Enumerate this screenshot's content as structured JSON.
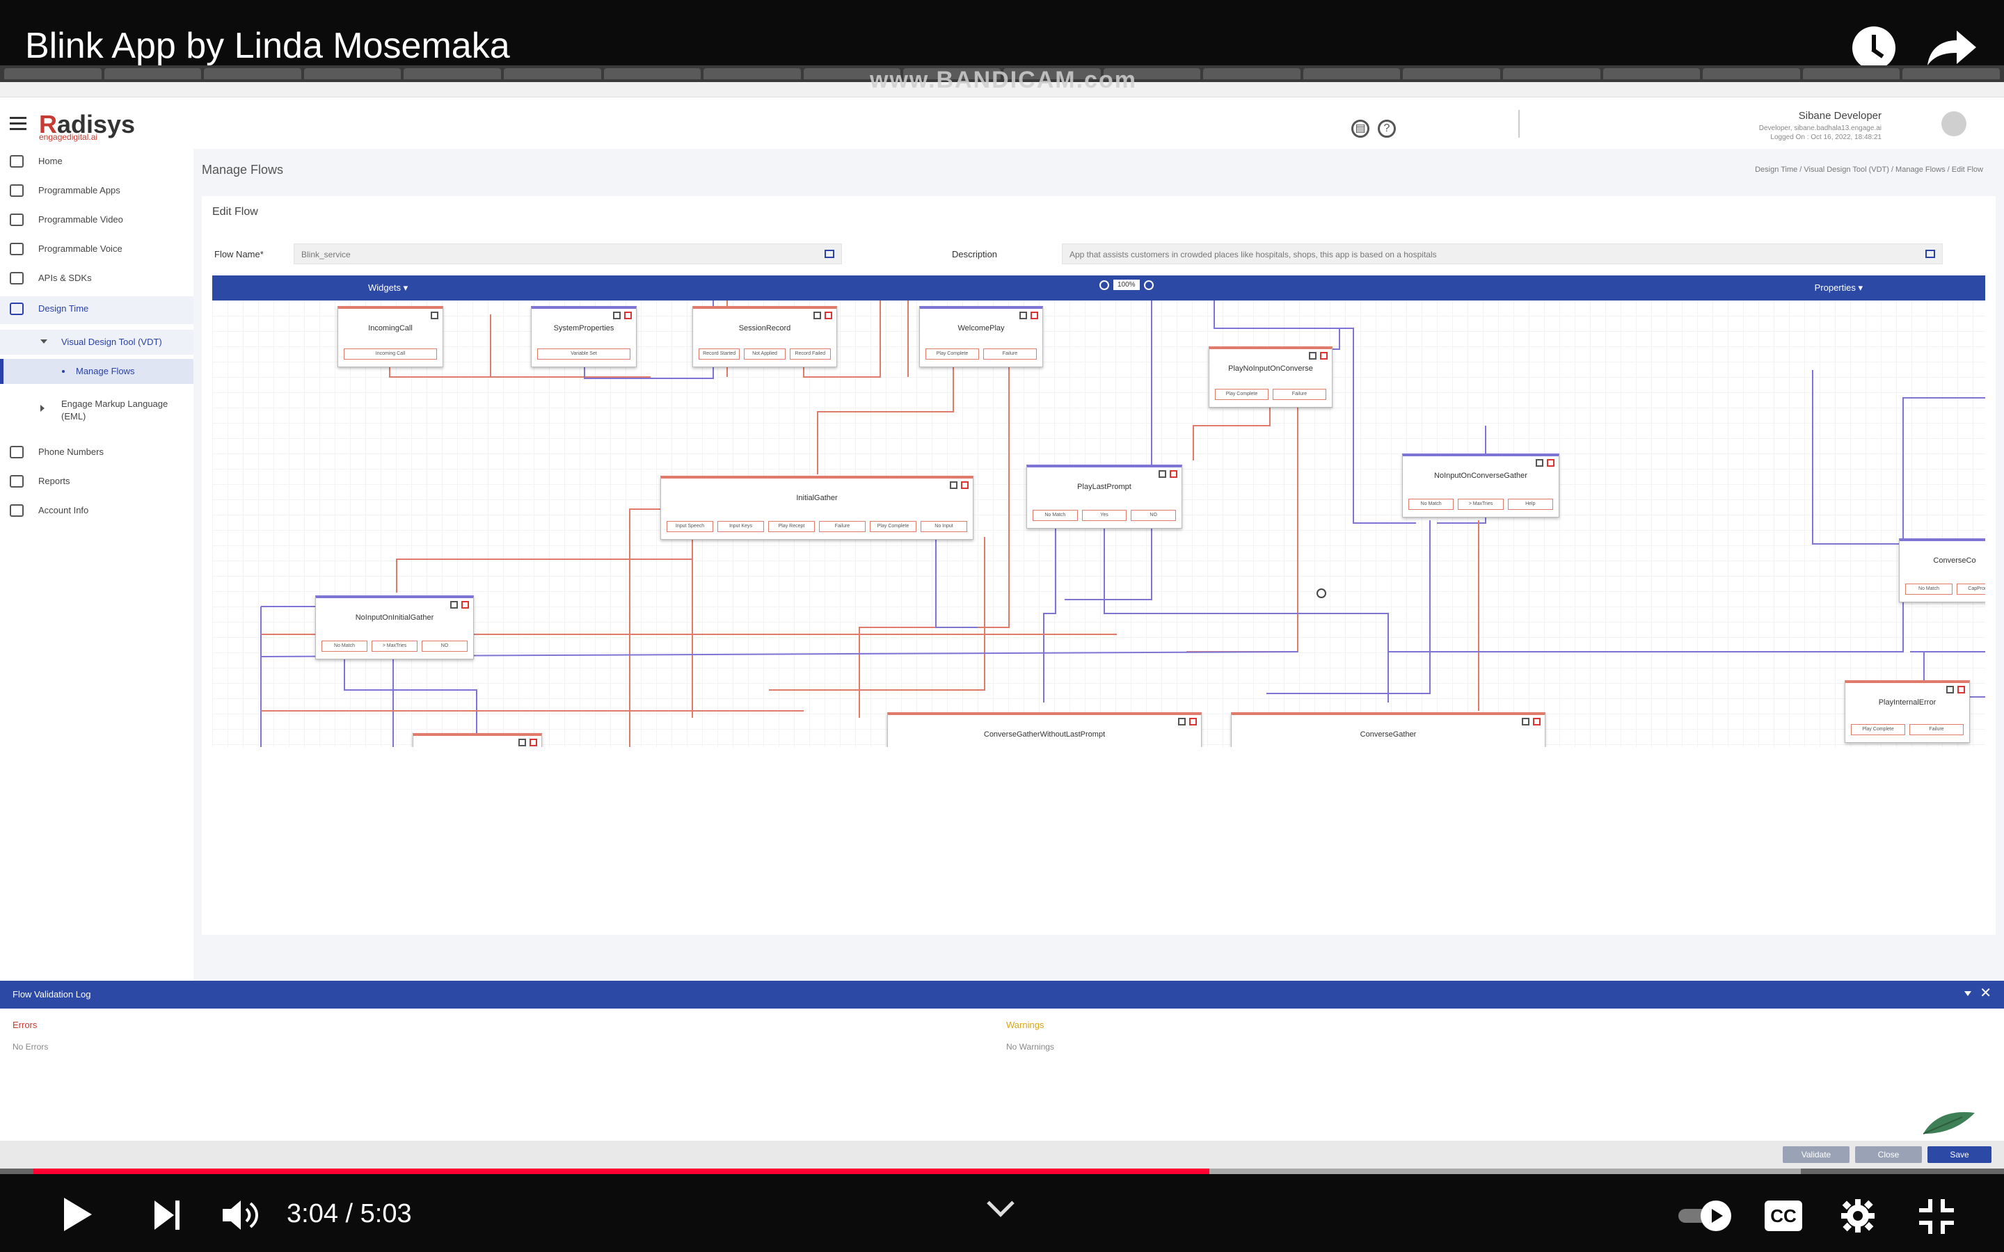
{
  "video": {
    "title": "Blink App by Linda Mosemaka",
    "time": "3:04 / 5:03",
    "progress": 0.61,
    "cc_label": "CC"
  },
  "watermark": "www.BANDICAM.com",
  "app": {
    "logo_main": "adisys",
    "logo_r": "R",
    "logo_sub": "engagedigital.ai",
    "user_name": "Sibane Developer",
    "user_sub": "Developer, sibane.badhala13.engage.ai\nLogged On : Oct 16, 2022, 18:48:21"
  },
  "sidebar": {
    "items": [
      {
        "label": "Home",
        "icon": "home-icon"
      },
      {
        "label": "Programmable Apps",
        "icon": "grid-icon"
      },
      {
        "label": "Programmable Video",
        "icon": "video-icon"
      },
      {
        "label": "Programmable Voice",
        "icon": "mic-icon"
      },
      {
        "label": "APIs & SDKs",
        "icon": "api-icon"
      },
      {
        "label": "Design Time",
        "icon": "tools-icon"
      },
      {
        "label": "Visual Design Tool (VDT)",
        "icon": "caret-down-icon"
      },
      {
        "label": "Manage Flows",
        "icon": "bullet-icon"
      },
      {
        "label": "Engage Markup Language (EML)",
        "icon": "caret-right-icon"
      },
      {
        "label": "Phone Numbers",
        "icon": "phone-icon"
      },
      {
        "label": "Reports",
        "icon": "chart-icon"
      },
      {
        "label": "Account Info",
        "icon": "account-icon"
      }
    ]
  },
  "page": {
    "title": "Manage Flows",
    "breadcrumb": "Design Time  /  Visual Design Tool (VDT)  /  Manage Flows  /  Edit Flow",
    "section": "Edit Flow",
    "flow_name_label": "Flow Name*",
    "flow_name_value": "Blink_service",
    "description_label": "Description",
    "description_value": "App that assists customers in crowded places like hospitals, shops, this app is based on a hospitals",
    "widgets_label": "Widgets ▾",
    "properties_label": "Properties ▾",
    "zoom": "100%"
  },
  "nodes": [
    {
      "title": "IncomingCall",
      "ports": [
        "Incoming Call"
      ]
    },
    {
      "title": "SystemProperties",
      "ports": [
        "Variable Set"
      ]
    },
    {
      "title": "SessionRecord",
      "ports": [
        "Record Started",
        "Not Applied",
        "Record Failed"
      ]
    },
    {
      "title": "WelcomePlay",
      "ports": [
        "Play Complete",
        "Failure"
      ]
    },
    {
      "title": "PlayNoInputOnConverse",
      "ports": [
        "Play Complete",
        "Failure"
      ]
    },
    {
      "title": "InitialGather",
      "ports": [
        "Input Speech",
        "Input Keys",
        "Play Recept",
        "Failure",
        "Play Complete",
        "No Input"
      ]
    },
    {
      "title": "PlayLastPrompt",
      "ports": [
        "No Match",
        "Yes",
        "NO"
      ]
    },
    {
      "title": "NoInputOnConverseGather",
      "ports": [
        "No Match",
        "> MaxTries",
        "Help"
      ]
    },
    {
      "title": "NoInputOnInitialGather",
      "ports": [
        "No Match",
        "> MaxTries",
        "NO"
      ]
    },
    {
      "title": "ConverseCo",
      "ports": [
        "No Match",
        "CapPrompt"
      ]
    },
    {
      "title": "PlayInternalError",
      "ports": [
        "Play Complete",
        "Failure"
      ]
    },
    {
      "title": "ConverseGatherWithoutLastPrompt",
      "ports": []
    },
    {
      "title": "ConverseGather",
      "ports": []
    },
    {
      "title": "",
      "ports": []
    }
  ],
  "log": {
    "title": "Flow Validation Log",
    "errors_label": "Errors",
    "errors_value": "No Errors",
    "warnings_label": "Warnings",
    "warnings_value": "No Warnings"
  },
  "footer": {
    "validate": "Validate",
    "close": "Close",
    "save": "Save"
  },
  "colors": {
    "primary": "#2d49a6",
    "accent": "#c63b32",
    "progress": "#ff0033"
  }
}
